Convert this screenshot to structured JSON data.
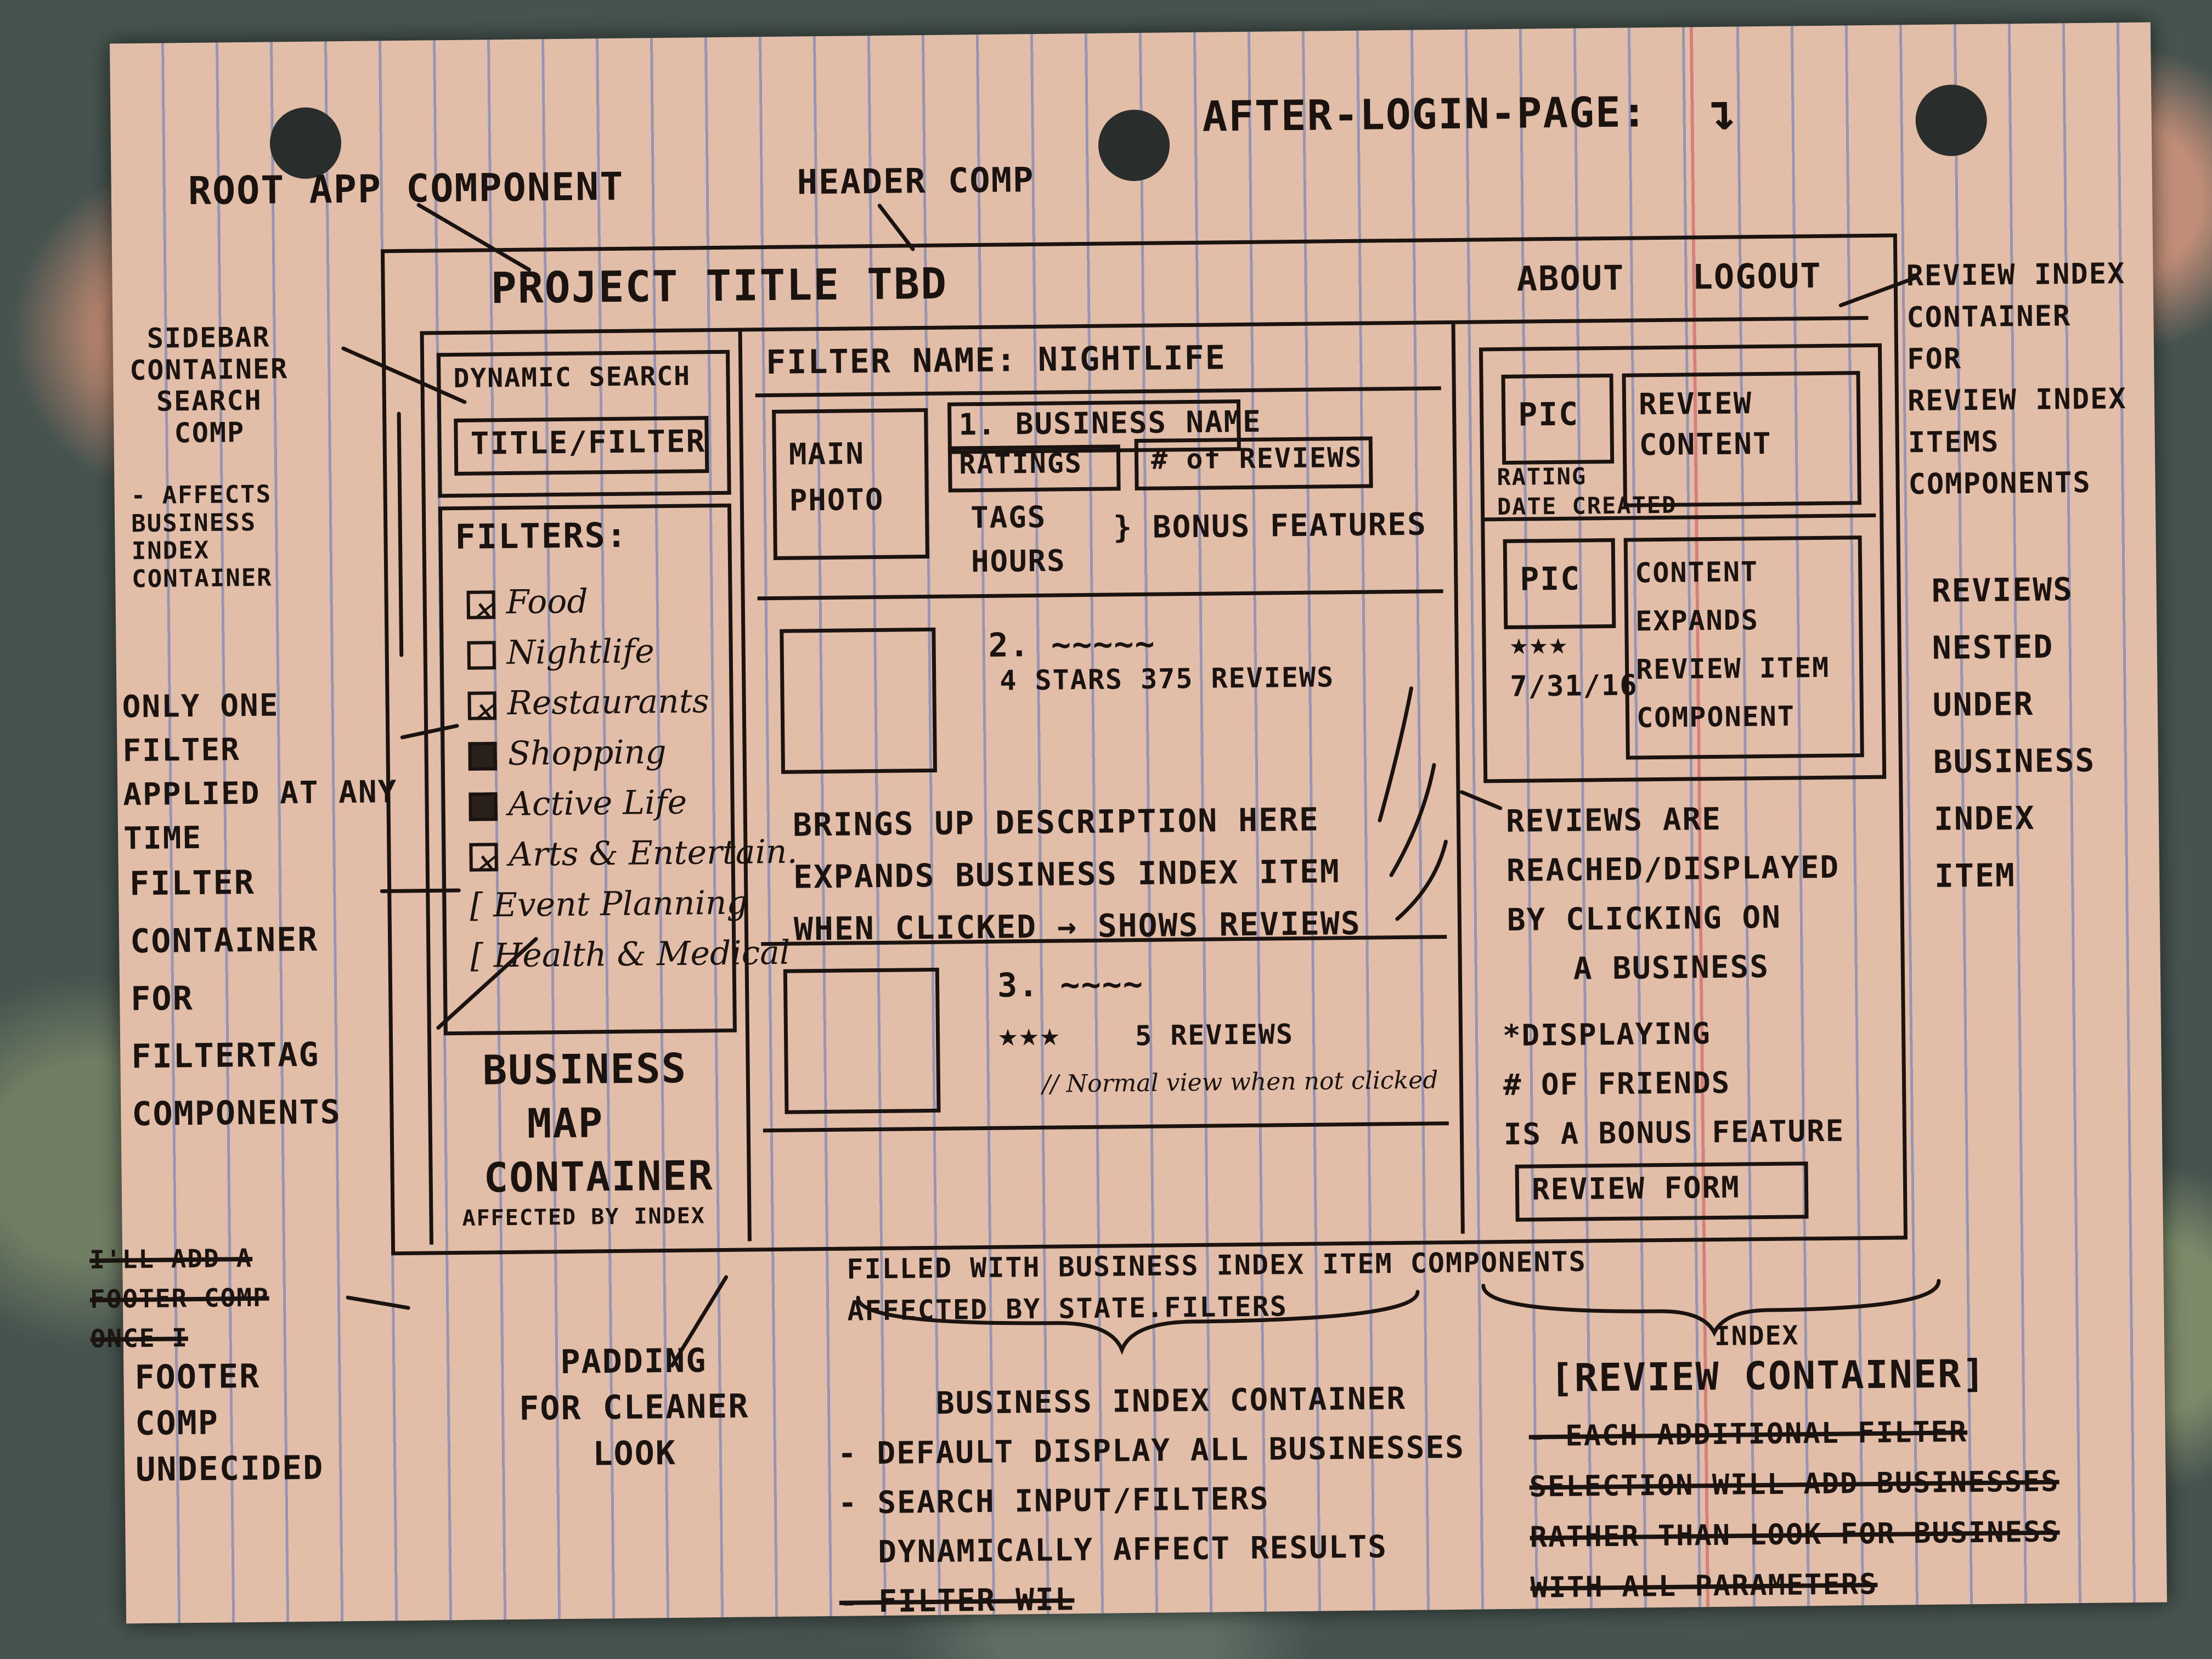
{
  "page": {
    "title": "AFTER-LOGIN-PAGE:",
    "root": "ROOT APP COMPONENT",
    "header_label": "HEADER COMP",
    "header": {
      "project_title": "PROJECT TITLE TBD",
      "about": "ABOUT",
      "logout": "LOGOUT"
    }
  },
  "sidebar": {
    "container_label": [
      "SIDEBAR",
      "CONTAINER",
      "SEARCH",
      "COMP"
    ],
    "affects_note": [
      "- AFFECTS",
      "BUSINESS",
      "INDEX",
      "CONTAINER"
    ],
    "search": {
      "label": "DYNAMIC SEARCH",
      "input": "TITLE/FILTER"
    },
    "filters_heading": "FILTERS:",
    "filters": [
      {
        "label": "Food",
        "state": "checked"
      },
      {
        "label": "Nightlife",
        "state": "empty"
      },
      {
        "label": "Restaurants",
        "state": "checked"
      },
      {
        "label": "Shopping",
        "state": "filled"
      },
      {
        "label": "Active Life",
        "state": "filled"
      },
      {
        "label": "Arts & Entertain.",
        "state": "checked"
      },
      {
        "label": "[ Event Planning",
        "state": "none"
      },
      {
        "label": "[ Health & Medical",
        "state": "none"
      }
    ],
    "map": {
      "lines": [
        "BUSINESS",
        "MAP",
        "CONTAINER"
      ],
      "note": "AFFECTED BY INDEX"
    }
  },
  "left_notes": {
    "one_filter": [
      "ONLY ONE",
      "FILTER",
      "APPLIED AT ANY",
      "TIME"
    ],
    "filter_container": [
      "FILTER",
      "CONTAINER",
      "FOR",
      "FILTERTAG",
      "COMPONENTS"
    ],
    "footer_struck": [
      "I'LL ADD A",
      "FOOTER COMP",
      "ONCE I"
    ],
    "footer": [
      "FOOTER",
      "COMP",
      "UNDECIDED"
    ]
  },
  "business_index": {
    "filter_name": "FILTER NAME: NIGHTLIFE",
    "item1": {
      "photo": [
        "MAIN",
        "PHOTO"
      ],
      "name": "1. BUSINESS NAME",
      "ratings": "RATINGS",
      "reviews": "# of REVIEWS",
      "tags": "TAGS",
      "hours": "HOURS",
      "bonus": "} BONUS FEATURES"
    },
    "item2": {
      "number": "2. ~~~~~",
      "stats": "4 STARS  375 REVIEWS",
      "description": [
        "BRINGS UP DESCRIPTION HERE",
        "EXPANDS BUSINESS INDEX ITEM",
        "WHEN CLICKED → SHOWS REVIEWS"
      ]
    },
    "item3": {
      "number": "3. ~~~~",
      "stars": "★★★",
      "reviews": "5 REVIEWS",
      "note": "// Normal view when not clicked"
    }
  },
  "review_index": {
    "label": [
      "REVIEW INDEX",
      "CONTAINER",
      "FOR",
      "REVIEW INDEX",
      "ITEMS",
      "COMPONENTS"
    ],
    "review1": {
      "pic": "PIC",
      "content": [
        "REVIEW",
        "CONTENT"
      ],
      "meta": [
        "RATING",
        "DATE CREATED"
      ]
    },
    "review2": {
      "pic": "PIC",
      "stars": "★★★",
      "date": "7/31/16",
      "content": [
        "CONTENT",
        "EXPANDS",
        "REVIEW ITEM",
        "COMPONENT"
      ]
    },
    "reached_note": [
      "REVIEWS ARE",
      "REACHED/DISPLAYED",
      "BY CLICKING ON",
      "A BUSINESS"
    ],
    "friends_note": [
      "*DISPLAYING",
      "# OF FRIENDS",
      "IS A BONUS FEATURE"
    ],
    "form": "REVIEW FORM",
    "nested_note": [
      "REVIEWS",
      "NESTED",
      "UNDER",
      "BUSINESS",
      "INDEX",
      "ITEM"
    ]
  },
  "bottom_notes": {
    "filled_with": [
      "FILLED WITH BUSINESS INDEX ITEM COMPONENTS",
      "AFFECTED BY STATE.FILTERS"
    ],
    "padding": [
      "PADDING",
      "FOR CLEANER",
      "LOOK"
    ],
    "business_index_container": {
      "title": "BUSINESS INDEX CONTAINER",
      "lines": [
        "- DEFAULT DISPLAY ALL BUSINESSES",
        "- SEARCH INPUT/FILTERS",
        "  DYNAMICALLY AFFECT RESULTS"
      ],
      "struck": "- FILTER WIL"
    },
    "review_index_container": {
      "inserted": "INDEX",
      "title": "[REVIEW CONTAINER]",
      "struck": [
        "- EACH ADDITIONAL FILTER",
        "SELECTION WILL ADD BUSINESSES",
        "RATHER THAN LOOK FOR BUSINESS",
        "WITH ALL PARAMETERS"
      ]
    }
  }
}
